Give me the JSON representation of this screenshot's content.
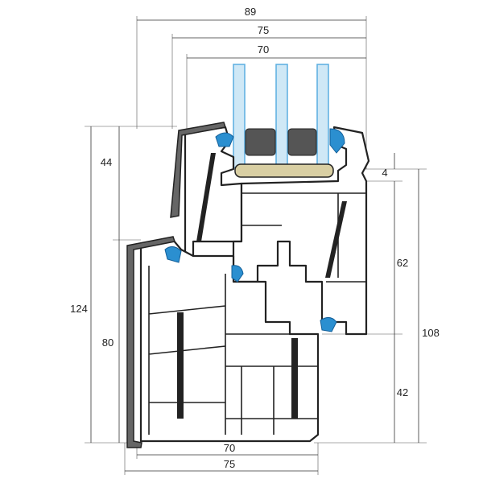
{
  "title": "Window profile cross-section",
  "colors": {
    "glass": "#cfe8f6",
    "seal": "#2b8fd0",
    "profile": "#222222",
    "spacer_bar": "#d9cfa3"
  },
  "dimensions": {
    "top": {
      "overall": "89",
      "sash": "75",
      "glass": "70"
    },
    "left": {
      "total": "124",
      "upper": "44",
      "lower": "80"
    },
    "right": {
      "small": "4",
      "upper": "62",
      "total": "108",
      "lower": "42"
    },
    "bottom": {
      "inner": "70",
      "outer": "75"
    }
  }
}
